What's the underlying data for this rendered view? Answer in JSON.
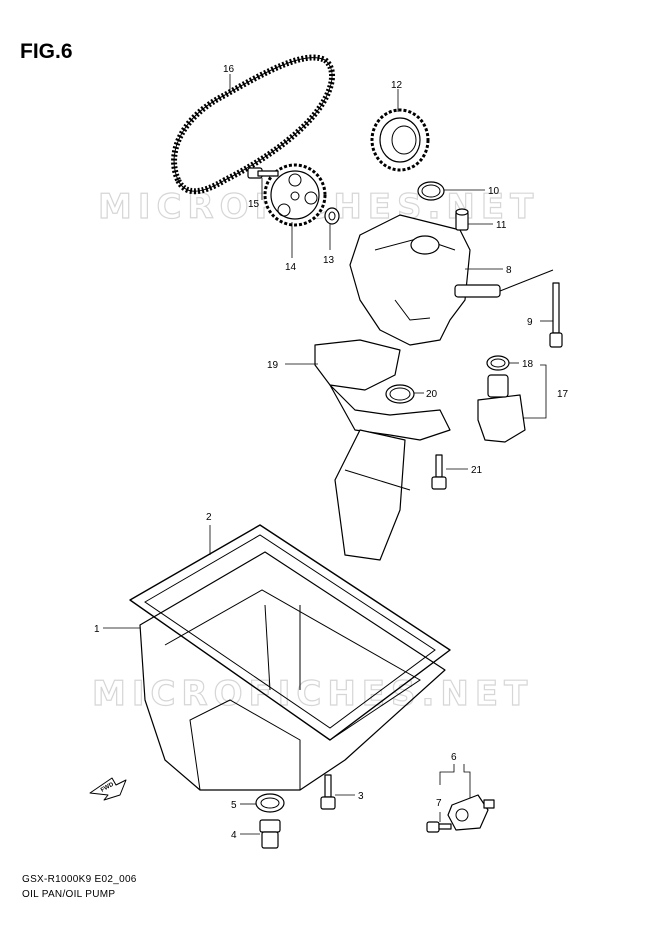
{
  "figure": {
    "title": "FIG.6"
  },
  "watermark": {
    "text": "MICROFICHES.NET"
  },
  "footer": {
    "model_code": "GSX-R1000K9 E02_006",
    "assembly_name": "OIL PAN/OIL PUMP"
  },
  "fwd_marker": {
    "label": "FWD"
  },
  "callouts": [
    {
      "id": "c1",
      "label": "1"
    },
    {
      "id": "c2",
      "label": "2"
    },
    {
      "id": "c3",
      "label": "3"
    },
    {
      "id": "c4",
      "label": "4"
    },
    {
      "id": "c5",
      "label": "5"
    },
    {
      "id": "c6",
      "label": "6"
    },
    {
      "id": "c7",
      "label": "7"
    },
    {
      "id": "c8",
      "label": "8"
    },
    {
      "id": "c9",
      "label": "9"
    },
    {
      "id": "c10",
      "label": "10"
    },
    {
      "id": "c11",
      "label": "11"
    },
    {
      "id": "c12",
      "label": "12"
    },
    {
      "id": "c13",
      "label": "13"
    },
    {
      "id": "c14",
      "label": "14"
    },
    {
      "id": "c15",
      "label": "15"
    },
    {
      "id": "c16",
      "label": "16"
    },
    {
      "id": "c17",
      "label": "17"
    },
    {
      "id": "c18",
      "label": "18"
    },
    {
      "id": "c19",
      "label": "19"
    },
    {
      "id": "c20",
      "label": "20"
    },
    {
      "id": "c21",
      "label": "21"
    }
  ]
}
